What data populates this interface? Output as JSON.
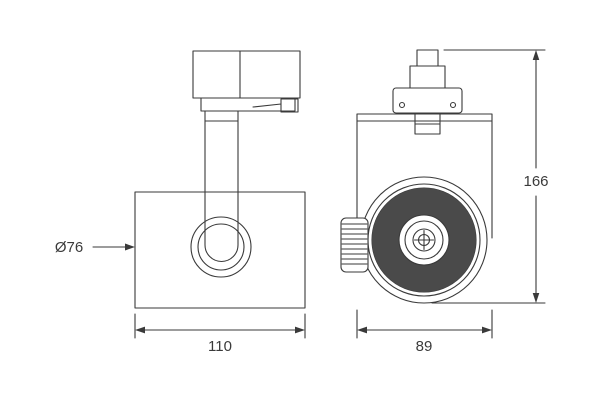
{
  "drawing": {
    "background": "#ffffff",
    "line_color": "#3a3a3a",
    "text_color": "#3a3a3a"
  },
  "dimensions": {
    "diameter": "Ø76",
    "body_length": "110",
    "overall_height": "166",
    "head_width": "89"
  }
}
